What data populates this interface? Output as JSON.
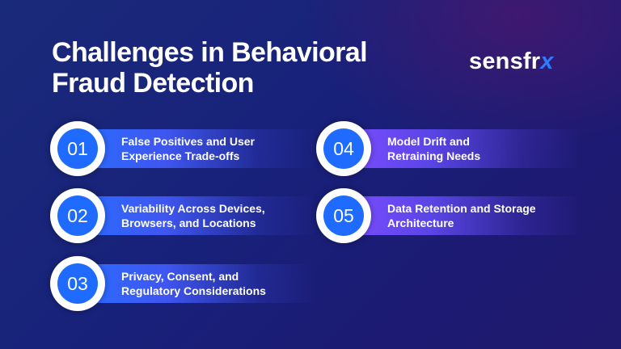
{
  "title": {
    "line1": "Challenges in Behavioral",
    "line2": "Fraud Detection"
  },
  "logo": {
    "text": "sensfr",
    "accent_letter": "x",
    "accent_color": "#2f7bff"
  },
  "items": [
    {
      "number": "01",
      "line1": "False Positives and User",
      "line2": "Experience Trade-offs"
    },
    {
      "number": "02",
      "line1": "Variability Across Devices,",
      "line2": "Browsers, and Locations"
    },
    {
      "number": "03",
      "line1": "Privacy, Consent, and",
      "line2": "Regulatory Considerations"
    },
    {
      "number": "04",
      "line1": "Model Drift and",
      "line2": "Retraining Needs"
    },
    {
      "number": "05",
      "line1": "Data Retention and Storage",
      "line2": "Architecture"
    }
  ],
  "colors": {
    "background": "#1a2275",
    "circle_blue": "#1f6bff",
    "bar_left_blue": "#2b6cff",
    "bar_right_purple": "#7a4dff"
  }
}
